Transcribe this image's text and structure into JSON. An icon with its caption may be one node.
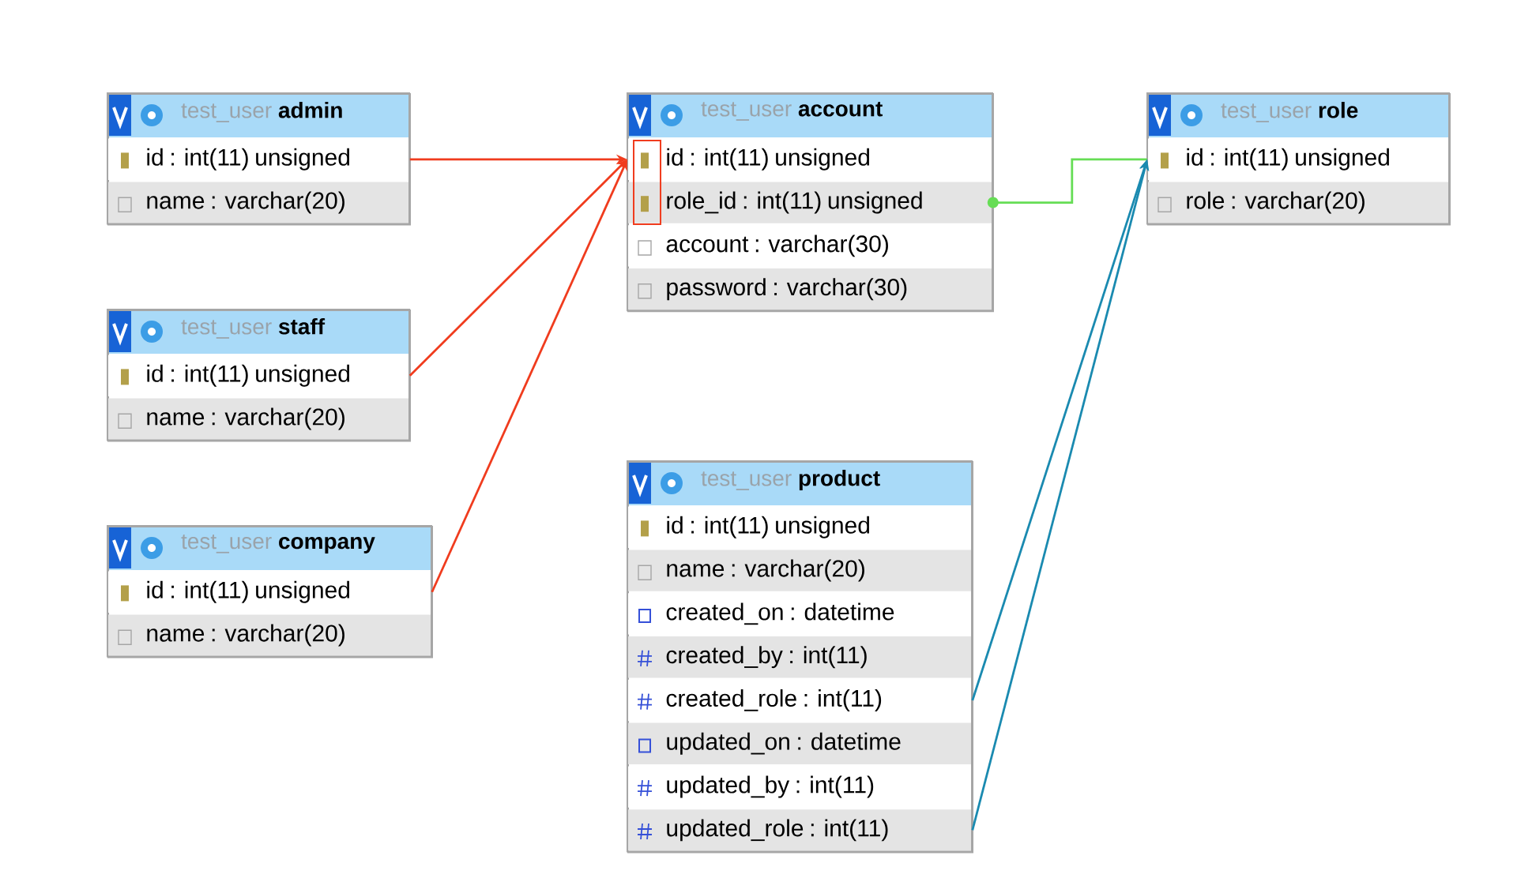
{
  "diagram": {
    "nodes": [
      {
        "text": [
          "test_user **admin**"
        ]
      },
      {
        "text": [
          "id : int(11) unsigned"
        ],
        "in": 0
      },
      {
        "text": [
          "name : varchar(20)"
        ],
        "in": 0
      },
      {
        "text": [
          "test_user **staff**"
        ]
      },
      {
        "text": [
          "id : int(11) unsigned"
        ],
        "in": 3
      },
      {
        "text": [
          "name : varchar(20)"
        ],
        "in": 3
      },
      {
        "text": [
          "test_user **company**"
        ]
      },
      {
        "text": [
          "id : int(11) unsigned"
        ],
        "in": 6
      },
      {
        "text": [
          "name : varchar(20)"
        ],
        "in": 6
      },
      {
        "text": [
          "test_user **account**"
        ]
      },
      {
        "text": [
          "id : int(11) unsigned"
        ],
        "in": 9
      },
      {
        "text": [
          "role_id : int(11) unsigned"
        ],
        "in": 9
      },
      {
        "text": [
          "account : varchar(30)"
        ],
        "in": 9
      },
      {
        "text": [
          "password : varchar(30)"
        ],
        "in": 9
      },
      {
        "text": [
          "test_user **role**"
        ]
      },
      {
        "text": [
          "id : int(11) unsigned"
        ],
        "in": 14
      },
      {
        "text": [
          "role : varchar(20)"
        ],
        "in": 14
      },
      {
        "text": [
          "test_user **product**"
        ]
      },
      {
        "text": [
          "id : int(11) unsigned"
        ],
        "in": 17
      },
      {
        "text": [
          "name : varchar(20)"
        ],
        "in": 17
      },
      {
        "text": [
          "created_on : datetime"
        ],
        "in": 17
      },
      {
        "text": [
          "created_by : int(11)"
        ],
        "in": 17
      },
      {
        "text": [
          "created_role : int(11)"
        ],
        "in": 17
      },
      {
        "text": [
          "updated_on : datetime"
        ],
        "in": 17
      },
      {
        "text": [
          "updated_by : int(11)"
        ],
        "in": 17
      },
      {
        "text": [
          "updated_role : int(11)"
        ],
        "in": 17
      }
    ],
    "edges": [
      {
        "from": 1,
        "to": 10,
        "arrow": "to"
      },
      {
        "from": 4,
        "to": 10,
        "arrow": "to"
      },
      {
        "from": 7,
        "to": 10,
        "arrow": "to"
      },
      {
        "from": 11,
        "to": 15,
        "arrow": "other",
        "color": "#66dd55"
      },
      {
        "from": 22,
        "to": 15,
        "arrow": "to",
        "color": "#1a8ab0"
      },
      {
        "from": 25,
        "to": 15,
        "arrow": "to",
        "color": "#1a8ab0"
      }
    ]
  }
}
